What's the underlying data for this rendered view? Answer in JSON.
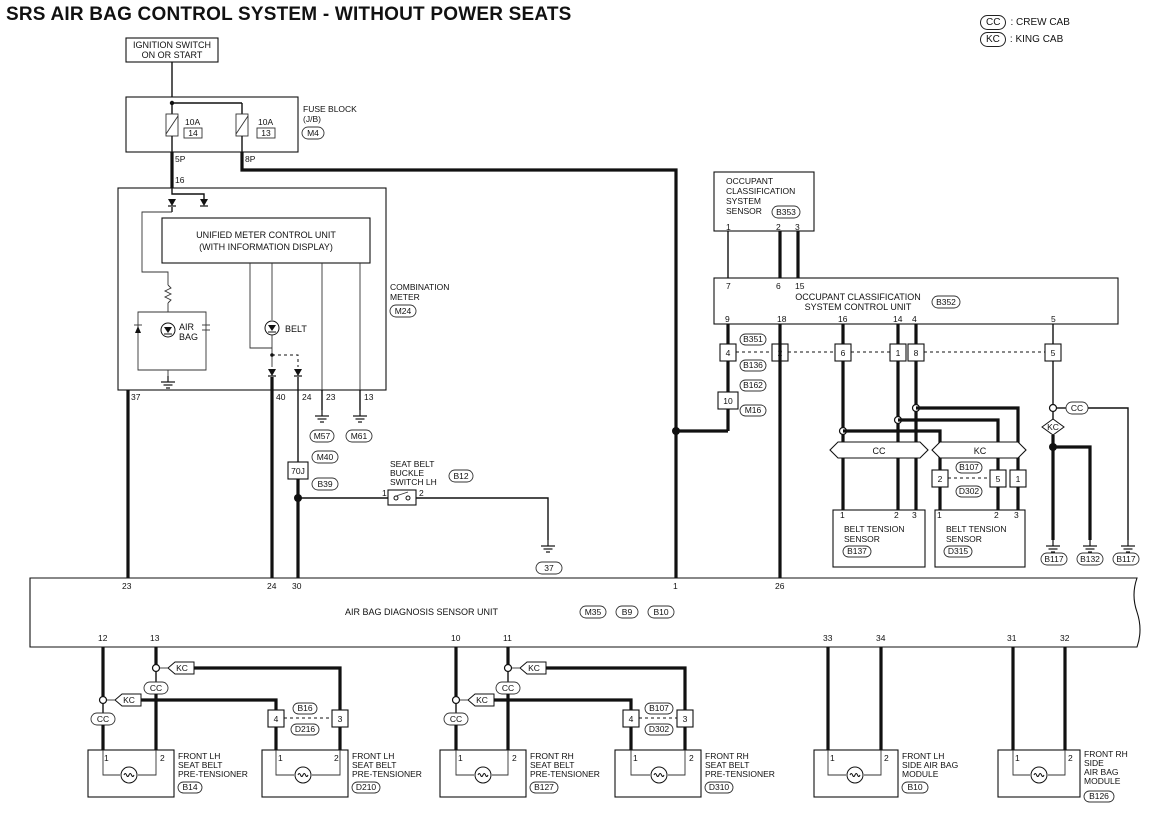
{
  "title": "SRS AIR BAG CONTROL SYSTEM - WITHOUT POWER SEATS",
  "legend": [
    {
      "code": "CC",
      "label": ": CREW CAB"
    },
    {
      "code": "KC",
      "label": ": KING CAB"
    }
  ],
  "ignition": {
    "line1": "IGNITION SWITCH",
    "line2": "ON OR START"
  },
  "fuse_block": {
    "line1": "FUSE BLOCK",
    "line2": "(J/B)",
    "conn": "M4",
    "fuse_a": {
      "rating": "10A",
      "num": "14"
    },
    "fuse_b": {
      "rating": "10A",
      "num": "13"
    },
    "term_a": "5P",
    "term_b": "8P"
  },
  "combo_meter": {
    "line1": "COMBINATION",
    "line2": "METER",
    "conn": "M24",
    "in_pin": "16",
    "umcu_line1": "UNIFIED METER CONTROL UNIT",
    "umcu_line2": "(WITH INFORMATION DISPLAY)",
    "airbag_line1": "AIR",
    "airbag_line2": "BAG",
    "belt": "BELT",
    "pins": [
      "37",
      "40",
      "24",
      "23",
      "13"
    ]
  },
  "grounds": [
    "M57",
    "M61",
    "37",
    "B117",
    "B132",
    "B117"
  ],
  "conn_m40": {
    "pin": "70J",
    "top": "M40",
    "bottom": "B39"
  },
  "seat_buckle": {
    "line1": "SEAT BELT",
    "line2": "BUCKLE",
    "line3": "SWITCH LH",
    "conn": "B12",
    "pin1": "1",
    "pin2": "2"
  },
  "ocs_sensor": {
    "line1": "OCCUPANT",
    "line2": "CLASSIFICATION",
    "line3": "SYSTEM",
    "line4": "SENSOR",
    "conn": "B353",
    "pins": [
      "1",
      "2",
      "3"
    ]
  },
  "ocs_unit": {
    "line1": "OCCUPANT CLASSIFICATION",
    "line2": "SYSTEM CONTROL UNIT",
    "conn": "B352",
    "top_pins": [
      "7",
      "6",
      "15"
    ],
    "bottom_pins": [
      "9",
      "18",
      "16",
      "14",
      "4",
      "5"
    ]
  },
  "inline_conns": {
    "b351": "B351",
    "b136": "B136",
    "b162": "B162",
    "m16": "M16",
    "pins": [
      "4",
      "2",
      "6",
      "1",
      "8",
      "5",
      "10"
    ]
  },
  "belt_tension_cc": {
    "line1": "BELT TENSION",
    "line2": "SENSOR",
    "conn": "B137",
    "pins": [
      "1",
      "2",
      "3"
    ]
  },
  "belt_tension_kc": {
    "line1": "BELT TENSION",
    "line2": "SENSOR",
    "conn": "D315",
    "pins": [
      "1",
      "2",
      "3"
    ]
  },
  "kc_conn": {
    "top": "B107",
    "bottom": "D302",
    "pins": [
      "2",
      "5",
      "1"
    ]
  },
  "cc_label": "CC",
  "kc_label": "KC",
  "adsu": {
    "label": "AIR BAG DIAGNOSIS SENSOR UNIT",
    "conns": [
      "M35",
      "B9",
      "B10"
    ],
    "top_pins": [
      "23",
      "24",
      "30",
      "1",
      "26"
    ],
    "bottom_pins": [
      "12",
      "13",
      "10",
      "11",
      "33",
      "34",
      "31",
      "32"
    ]
  },
  "pretensioners": [
    {
      "line1": "FRONT LH",
      "line2": "SEAT BELT",
      "line3": "PRE-TENSIONER",
      "conn": "B14"
    },
    {
      "line1": "FRONT LH",
      "line2": "SEAT BELT",
      "line3": "PRE-TENSIONER",
      "conn": "D210"
    },
    {
      "line1": "FRONT RH",
      "line2": "SEAT BELT",
      "line3": "PRE-TENSIONER",
      "conn": "B127"
    },
    {
      "line1": "FRONT RH",
      "line2": "SEAT BELT",
      "line3": "PRE-TENSIONER",
      "conn": "D310"
    }
  ],
  "mid_conn_lh": {
    "top": "B16",
    "bottom": "D216",
    "pin_l": "4",
    "pin_r": "3"
  },
  "mid_conn_rh": {
    "top": "B107",
    "bottom": "D302",
    "pin_l": "4",
    "pin_r": "3"
  },
  "side_lh": {
    "line1": "FRONT LH",
    "line2": "SIDE AIR BAG",
    "line3": "MODULE",
    "conn": "B10"
  },
  "side_rh": {
    "line1": "FRONT RH",
    "line2": "SIDE",
    "line3": "AIR BAG",
    "line4": "MODULE",
    "conn": "B126"
  },
  "pin_1": "1",
  "pin_2": "2"
}
